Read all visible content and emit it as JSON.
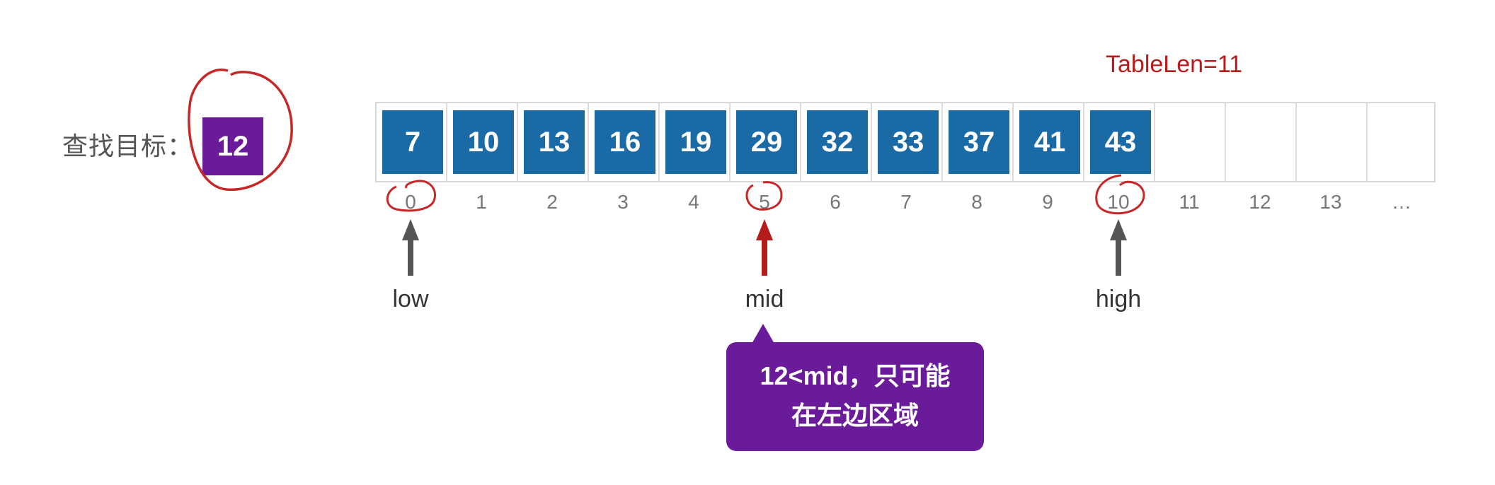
{
  "search": {
    "label": "查找目标：",
    "target": "12"
  },
  "table": {
    "len_label": "TableLen=11",
    "values": [
      "7",
      "10",
      "13",
      "16",
      "19",
      "29",
      "32",
      "33",
      "37",
      "41",
      "43",
      "",
      "",
      ""
    ],
    "indices": [
      "0",
      "1",
      "2",
      "3",
      "4",
      "5",
      "6",
      "7",
      "8",
      "9",
      "10",
      "11",
      "12",
      "13",
      "…"
    ]
  },
  "pointers": {
    "low": "low",
    "mid": "mid",
    "high": "high"
  },
  "tooltip": {
    "line1": "12<mid，只可能",
    "line2": "在左边区域"
  },
  "colors": {
    "cell_fill": "#1a6aa6",
    "target_fill": "#6a1b9a",
    "tooltip_fill": "#6a1b9a",
    "annotation_red": "#c62828",
    "arrow_gray": "#555555",
    "mid_arrow": "#b71c1c"
  }
}
